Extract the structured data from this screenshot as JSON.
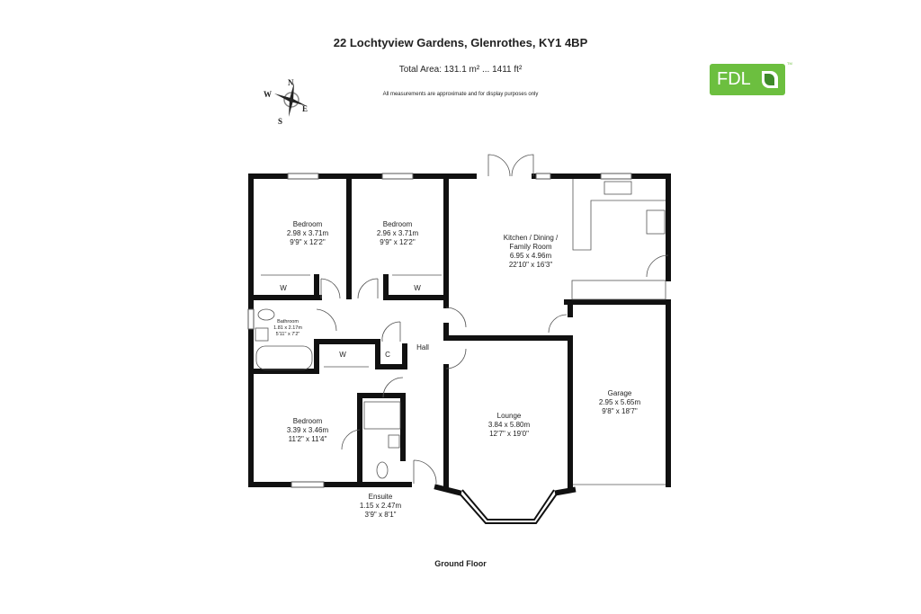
{
  "header": {
    "title": "22 Lochtyview Gardens, Glenrothes, KY1 4BP",
    "total_area": "Total Area: 131.1 m² ... 1411 ft²",
    "disclaimer": "All measurements are approximate and for display purposes only"
  },
  "logo": {
    "text": "FDL",
    "trademark": "TM",
    "color": "#6cbf3f"
  },
  "compass": {
    "n": "N",
    "s": "S",
    "e": "E",
    "w": "W"
  },
  "rooms": [
    {
      "name": "Bedroom",
      "metric": "2.98 x 3.71m",
      "imperial": "9'9\" x 12'2\""
    },
    {
      "name": "Bedroom",
      "metric": "2.96 x 3.71m",
      "imperial": "9'9\" x 12'2\""
    },
    {
      "name": "Kitchen / Dining /",
      "name2": "Family Room",
      "metric": "6.95 x 4.96m",
      "imperial": "22'10\" x 16'3\""
    },
    {
      "name": "Bathroom",
      "metric": "1.81 x 2.17m",
      "imperial": "5'11\" x 7'2\""
    },
    {
      "name": "Bedroom",
      "metric": "3.39 x 3.46m",
      "imperial": "11'2\" x 11'4\""
    },
    {
      "name": "Lounge",
      "metric": "3.84 x 5.80m",
      "imperial": "12'7\" x 19'0\""
    },
    {
      "name": "Garage",
      "metric": "2.95 x 5.65m",
      "imperial": "9'8\" x 18'7\""
    },
    {
      "name": "Ensuite",
      "metric": "1.15 x 2.47m",
      "imperial": "3'9\" x 8'1\""
    }
  ],
  "labels": {
    "hall": "Hall",
    "wardrobe": "W",
    "cupboard": "C"
  },
  "footer": {
    "floor": "Ground Floor"
  }
}
